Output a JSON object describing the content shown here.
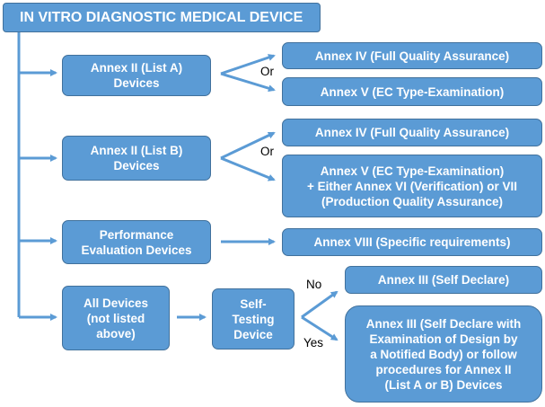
{
  "title": "IN VITRO DIAGNOSTIC MEDICAL DEVICE",
  "categories": {
    "list_a": "Annex II (List A)\nDevices",
    "list_b": "Annex II (List B)\nDevices",
    "performance": "Performance\nEvaluation Devices",
    "all_devices": "All Devices\n(not listed\nabove)",
    "self_testing": "Self-\nTesting\nDevice"
  },
  "outcomes": {
    "a_iv": "Annex IV (Full Quality Assurance)",
    "a_v": "Annex V (EC Type-Examination)",
    "b_iv": "Annex IV (Full Quality Assurance)",
    "b_v": "Annex V (EC Type-Examination)\n+ Either Annex VI (Verification) or VII\n(Production Quality Assurance)",
    "viii": "Annex VIII (Specific requirements)",
    "iii_self": "Annex III (Self Declare)",
    "iii_exam": "Annex III (Self Declare with\nExamination of Design by\na Notified Body) or follow\nprocedures for Annex II\n(List A or B) Devices"
  },
  "labels": {
    "or_1": "Or",
    "or_2": "Or",
    "no": "No",
    "yes": "Yes"
  },
  "colors": {
    "box_fill": "#5b9bd5",
    "box_border": "#41719c",
    "text": "#ffffff"
  }
}
